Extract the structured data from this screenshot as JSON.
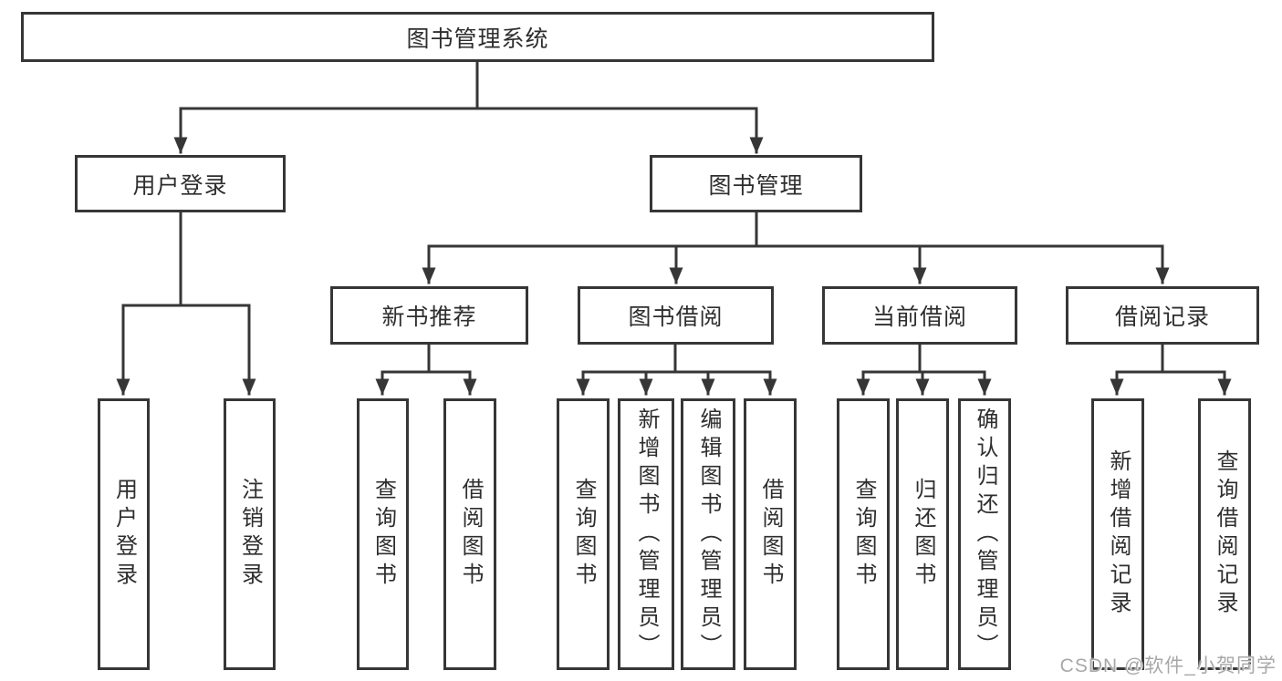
{
  "colors": {
    "line": "#363636",
    "text": "#2e2e2e",
    "background": "#ffffff"
  },
  "watermark": {
    "text": "CSDN @软件_小贺同学",
    "color": "#a8a8a8"
  },
  "tree": {
    "root": {
      "label": "图书管理系统"
    },
    "branches": [
      {
        "label": "用户登录",
        "children": [
          {
            "label": "用户登录"
          },
          {
            "label": "注销登录"
          }
        ]
      },
      {
        "label": "图书管理",
        "children": [
          {
            "label": "新书推荐",
            "children": [
              {
                "label": "查询图书"
              },
              {
                "label": "借阅图书"
              }
            ]
          },
          {
            "label": "图书借阅",
            "children": [
              {
                "label": "查询图书"
              },
              {
                "label": "新增图书（管理员）"
              },
              {
                "label": "编辑图书（管理员）"
              },
              {
                "label": "借阅图书"
              }
            ]
          },
          {
            "label": "当前借阅",
            "children": [
              {
                "label": "查询图书"
              },
              {
                "label": "归还图书"
              },
              {
                "label": "确认归还（管理员）"
              }
            ]
          },
          {
            "label": "借阅记录",
            "children": [
              {
                "label": "新增借阅记录"
              },
              {
                "label": "查询借阅记录"
              }
            ]
          }
        ]
      }
    ]
  }
}
